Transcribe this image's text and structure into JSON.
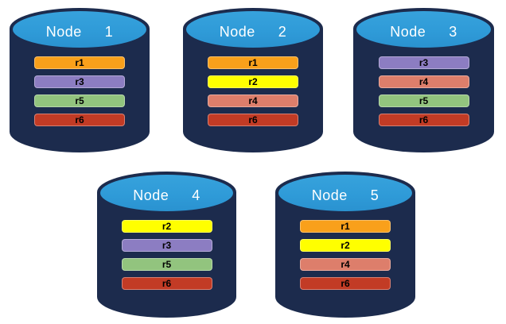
{
  "diagram": {
    "description": "Replica distribution across database nodes",
    "replica_colors": {
      "r1": "#f9a01b",
      "r2": "#ffff00",
      "r3": "#8c7dc2",
      "r4": "#dd7e6b",
      "r5": "#92c47e",
      "r6": "#c23b25"
    },
    "colors": {
      "cylinder_body": "#1c2b4d",
      "cylinder_top": "#2f9bd8",
      "title_text": "#ffffff",
      "bar_text": "#000000",
      "background": "#ffffff"
    },
    "nodes": [
      {
        "name": "Node  1",
        "replicas": [
          "r1",
          "r3",
          "r5",
          "r6"
        ]
      },
      {
        "name": "Node  2",
        "replicas": [
          "r1",
          "r2",
          "r4",
          "r6"
        ]
      },
      {
        "name": "Node  3",
        "replicas": [
          "r3",
          "r4",
          "r5",
          "r6"
        ]
      },
      {
        "name": "Node  4",
        "replicas": [
          "r2",
          "r3",
          "r5",
          "r6"
        ]
      },
      {
        "name": "Node  5",
        "replicas": [
          "r1",
          "r2",
          "r4",
          "r6"
        ]
      }
    ]
  }
}
